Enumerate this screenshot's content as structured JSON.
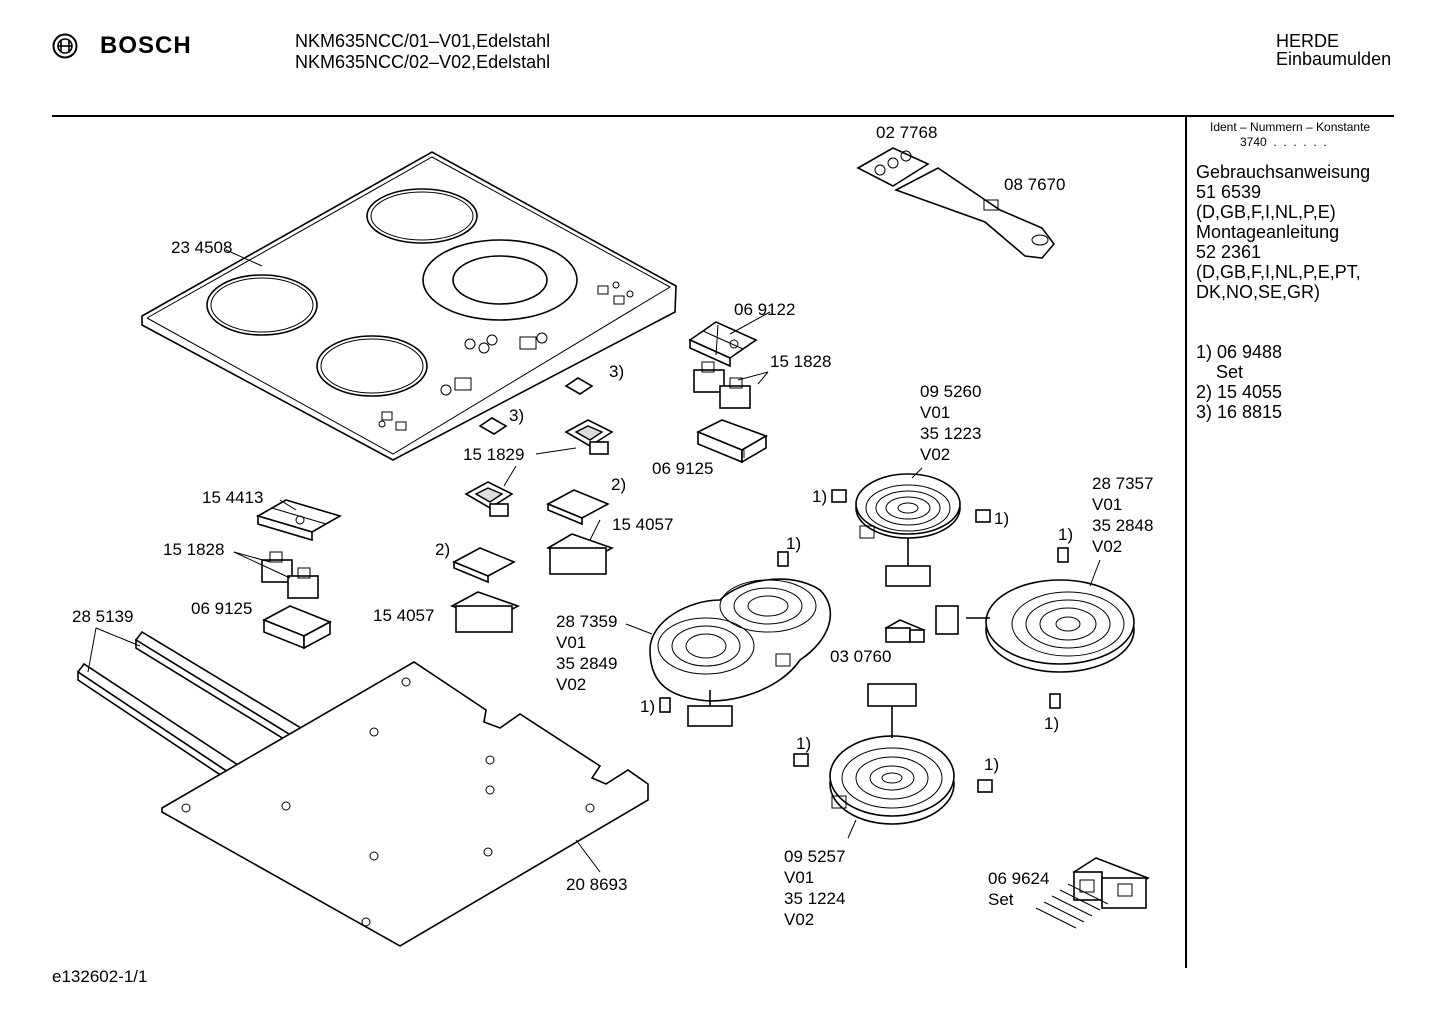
{
  "header": {
    "brand": "BOSCH",
    "model_line_1": "NKM635NCC/01–V01,Edelstahl",
    "model_line_2": "NKM635NCC/02–V02,Edelstahl",
    "category_1": "HERDE",
    "category_2": "Einbaumulden"
  },
  "sidebar": {
    "ident_title": "Ident – Nummern – Konstante",
    "ident_value": "3740  .  .  .  .  .  .",
    "lines": [
      "Gebrauchsanweisung",
      "51 6539",
      "(D,GB,F,I,NL,P,E)",
      "Montageanleitung",
      "52 2361",
      "(D,GB,F,I,NL,P,E,PT,",
      "DK,NO,SE,GR)"
    ],
    "footnotes": [
      "1) 06 9488",
      "    Set",
      "2) 15 4055",
      "3) 16 8815"
    ]
  },
  "parts": {
    "p027768": "02 7768",
    "p087670": "08 7670",
    "p234508": "23 4508",
    "p069122": "06 9122",
    "p151828a": "15 1828",
    "p3a": "3)",
    "p3b": "3)",
    "p151829": "15 1829",
    "p069125a": "06 9125",
    "p2a": "2)",
    "p154057a": "15 4057",
    "p154413": "15 4413",
    "p151828b": "15 1828",
    "p069125b": "06 9125",
    "p2b": "2)",
    "p154057b": "15 4057",
    "p285139": "28 5139",
    "p095260": "09 5260",
    "p095260_v01": "V01",
    "p351223": "35 1223",
    "p351223_v02": "V02",
    "p1a": "1)",
    "p1b": "1)",
    "p287357": "28 7357",
    "p287357_v01": "V01",
    "p352848": "35 2848",
    "p352848_v02": "V02",
    "p1c": "1)",
    "p1d": "1)",
    "p287359": "28 7359",
    "p287359_v01": "V01",
    "p352849": "35 2849",
    "p352849_v02": "V02",
    "p030760": "03 0760",
    "p1e": "1)",
    "p1f": "1)",
    "p1g": "1)",
    "p1h": "1)",
    "p095257": "09 5257",
    "p095257_v01": "V01",
    "p351224": "35 1224",
    "p351224_v02": "V02",
    "p208693": "20 8693",
    "p069624": "06 9624",
    "p069624_set": "Set"
  },
  "footer": {
    "doc_id": "e132602-1/1"
  }
}
